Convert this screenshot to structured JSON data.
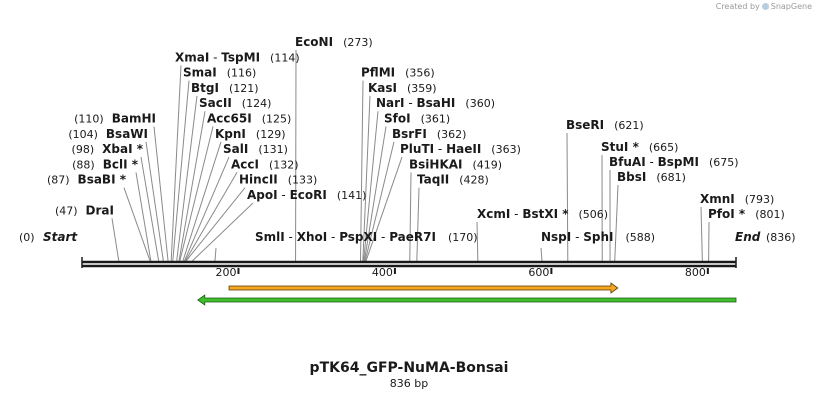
{
  "credit": {
    "prefix": "Created by",
    "brand": "SnapGene"
  },
  "plasmid": {
    "name": "pTK64_GFP-NuMA-Bonsai",
    "size_label": "836 bp",
    "length": 836
  },
  "end_labels": {
    "start": {
      "pos_text": "(0)",
      "label": "Start"
    },
    "end": {
      "label": "End",
      "pos_text": "(836)"
    }
  },
  "ruler_ticks": [
    200,
    400,
    600,
    800
  ],
  "colors": {
    "feature_orange": "#f5a623",
    "feature_green": "#3fbf2b",
    "backbone": "#1a1a1a"
  },
  "features": [
    {
      "name": "feature-orange",
      "start": 188,
      "end": 685,
      "direction": "forward",
      "color": "#f5a623"
    },
    {
      "name": "feature-green",
      "start": 148,
      "end": 836,
      "direction": "reverse",
      "color": "#3fbf2b"
    }
  ],
  "left_labels": [
    {
      "row": 0,
      "label": "EcoNI",
      "pos_text": "(273)",
      "site": 273
    },
    {
      "row": 1,
      "label": "XmaI",
      "label2": "TspMI",
      "pos_text": "(114)",
      "site": 114
    },
    {
      "row": 2,
      "label": "SmaI",
      "pos_text": "(116)",
      "site": 116
    },
    {
      "row": 3,
      "label": "BtgI",
      "pos_text": "(121)",
      "site": 121
    },
    {
      "row": 4,
      "label": "SacII",
      "pos_text": "(124)",
      "site": 124
    },
    {
      "row": 5,
      "label": "Acc65I",
      "pos_text": "(125)",
      "site": 125
    },
    {
      "row": 6,
      "label": "KpnI",
      "pos_text": "(129)",
      "site": 129
    },
    {
      "row": 7,
      "label": "SalI",
      "pos_text": "(131)",
      "site": 131
    },
    {
      "row": 8,
      "label": "AccI",
      "pos_text": "(132)",
      "site": 132
    },
    {
      "row": 9,
      "label": "HincII",
      "pos_text": "(133)",
      "site": 133
    },
    {
      "row": 10,
      "label": "ApoI",
      "label2": "EcoRI",
      "pos_text": "(141)",
      "site": 141
    }
  ],
  "far_left_labels": [
    {
      "row": 5,
      "pos_text": "(110)",
      "label": "BamHI",
      "site": 110
    },
    {
      "row": 6,
      "pos_text": "(104)",
      "label": "BsaWI",
      "site": 104
    },
    {
      "row": 7,
      "pos_text": "(98)",
      "label": "XbaI *",
      "site": 98
    },
    {
      "row": 8,
      "pos_text": "(88)",
      "label": "BclI *",
      "site": 88
    },
    {
      "row": 9,
      "pos_text": "(87)",
      "label": "BsaBI *",
      "site": 87
    },
    {
      "row": 11,
      "pos_text": "(47)",
      "label": "DraI",
      "site": 47
    }
  ],
  "middle_labels": [
    {
      "row": 2,
      "label": "PflMI",
      "pos_text": "(356)",
      "site": 356
    },
    {
      "row": 3,
      "label": "KasI",
      "pos_text": "(359)",
      "site": 359
    },
    {
      "row": 4,
      "label": "NarI",
      "label2": "BsaHI",
      "pos_text": "(360)",
      "site": 360
    },
    {
      "row": 5,
      "label": "SfoI",
      "pos_text": "(361)",
      "site": 361
    },
    {
      "row": 6,
      "label": "BsrFI",
      "pos_text": "(362)",
      "site": 362
    },
    {
      "row": 7,
      "label": "PluTI",
      "label2": "HaeII",
      "pos_text": "(363)",
      "site": 363
    },
    {
      "row": 8,
      "label": "BsiHKAI",
      "pos_text": "(419)",
      "site": 419
    },
    {
      "row": 9,
      "label": "TaqII",
      "pos_text": "(428)",
      "site": 428
    }
  ],
  "bottom_row": [
    {
      "label": "SmlI",
      "label2": "XhoI",
      "label3": "PspXI",
      "label4": "PaeR7I",
      "pos_text": "(170)",
      "site": 170
    },
    {
      "label": "NspI",
      "label2": "SphI",
      "pos_text": "(588)",
      "site": 588
    }
  ],
  "right_labels": [
    {
      "row": 6,
      "label": "BseRI",
      "pos_text": "(621)",
      "site": 621
    },
    {
      "row": 8,
      "label": "StuI *",
      "pos_text": "(665)",
      "site": 665
    },
    {
      "row": 9,
      "label": "BfuAI",
      "label2": "BspMI",
      "pos_text": "(675)",
      "site": 675
    },
    {
      "row": 10,
      "label": "BbsI",
      "pos_text": "(681)",
      "site": 681
    },
    {
      "row": 11,
      "label": "XcmI",
      "label2": "BstXI *",
      "pos_text": "(506)",
      "site": 506
    },
    {
      "row": 12,
      "label": "XmnI",
      "pos_text": "(793)",
      "site": 793
    },
    {
      "row": 13,
      "label": "PfoI *",
      "pos_text": "(801)",
      "site": 801
    }
  ]
}
